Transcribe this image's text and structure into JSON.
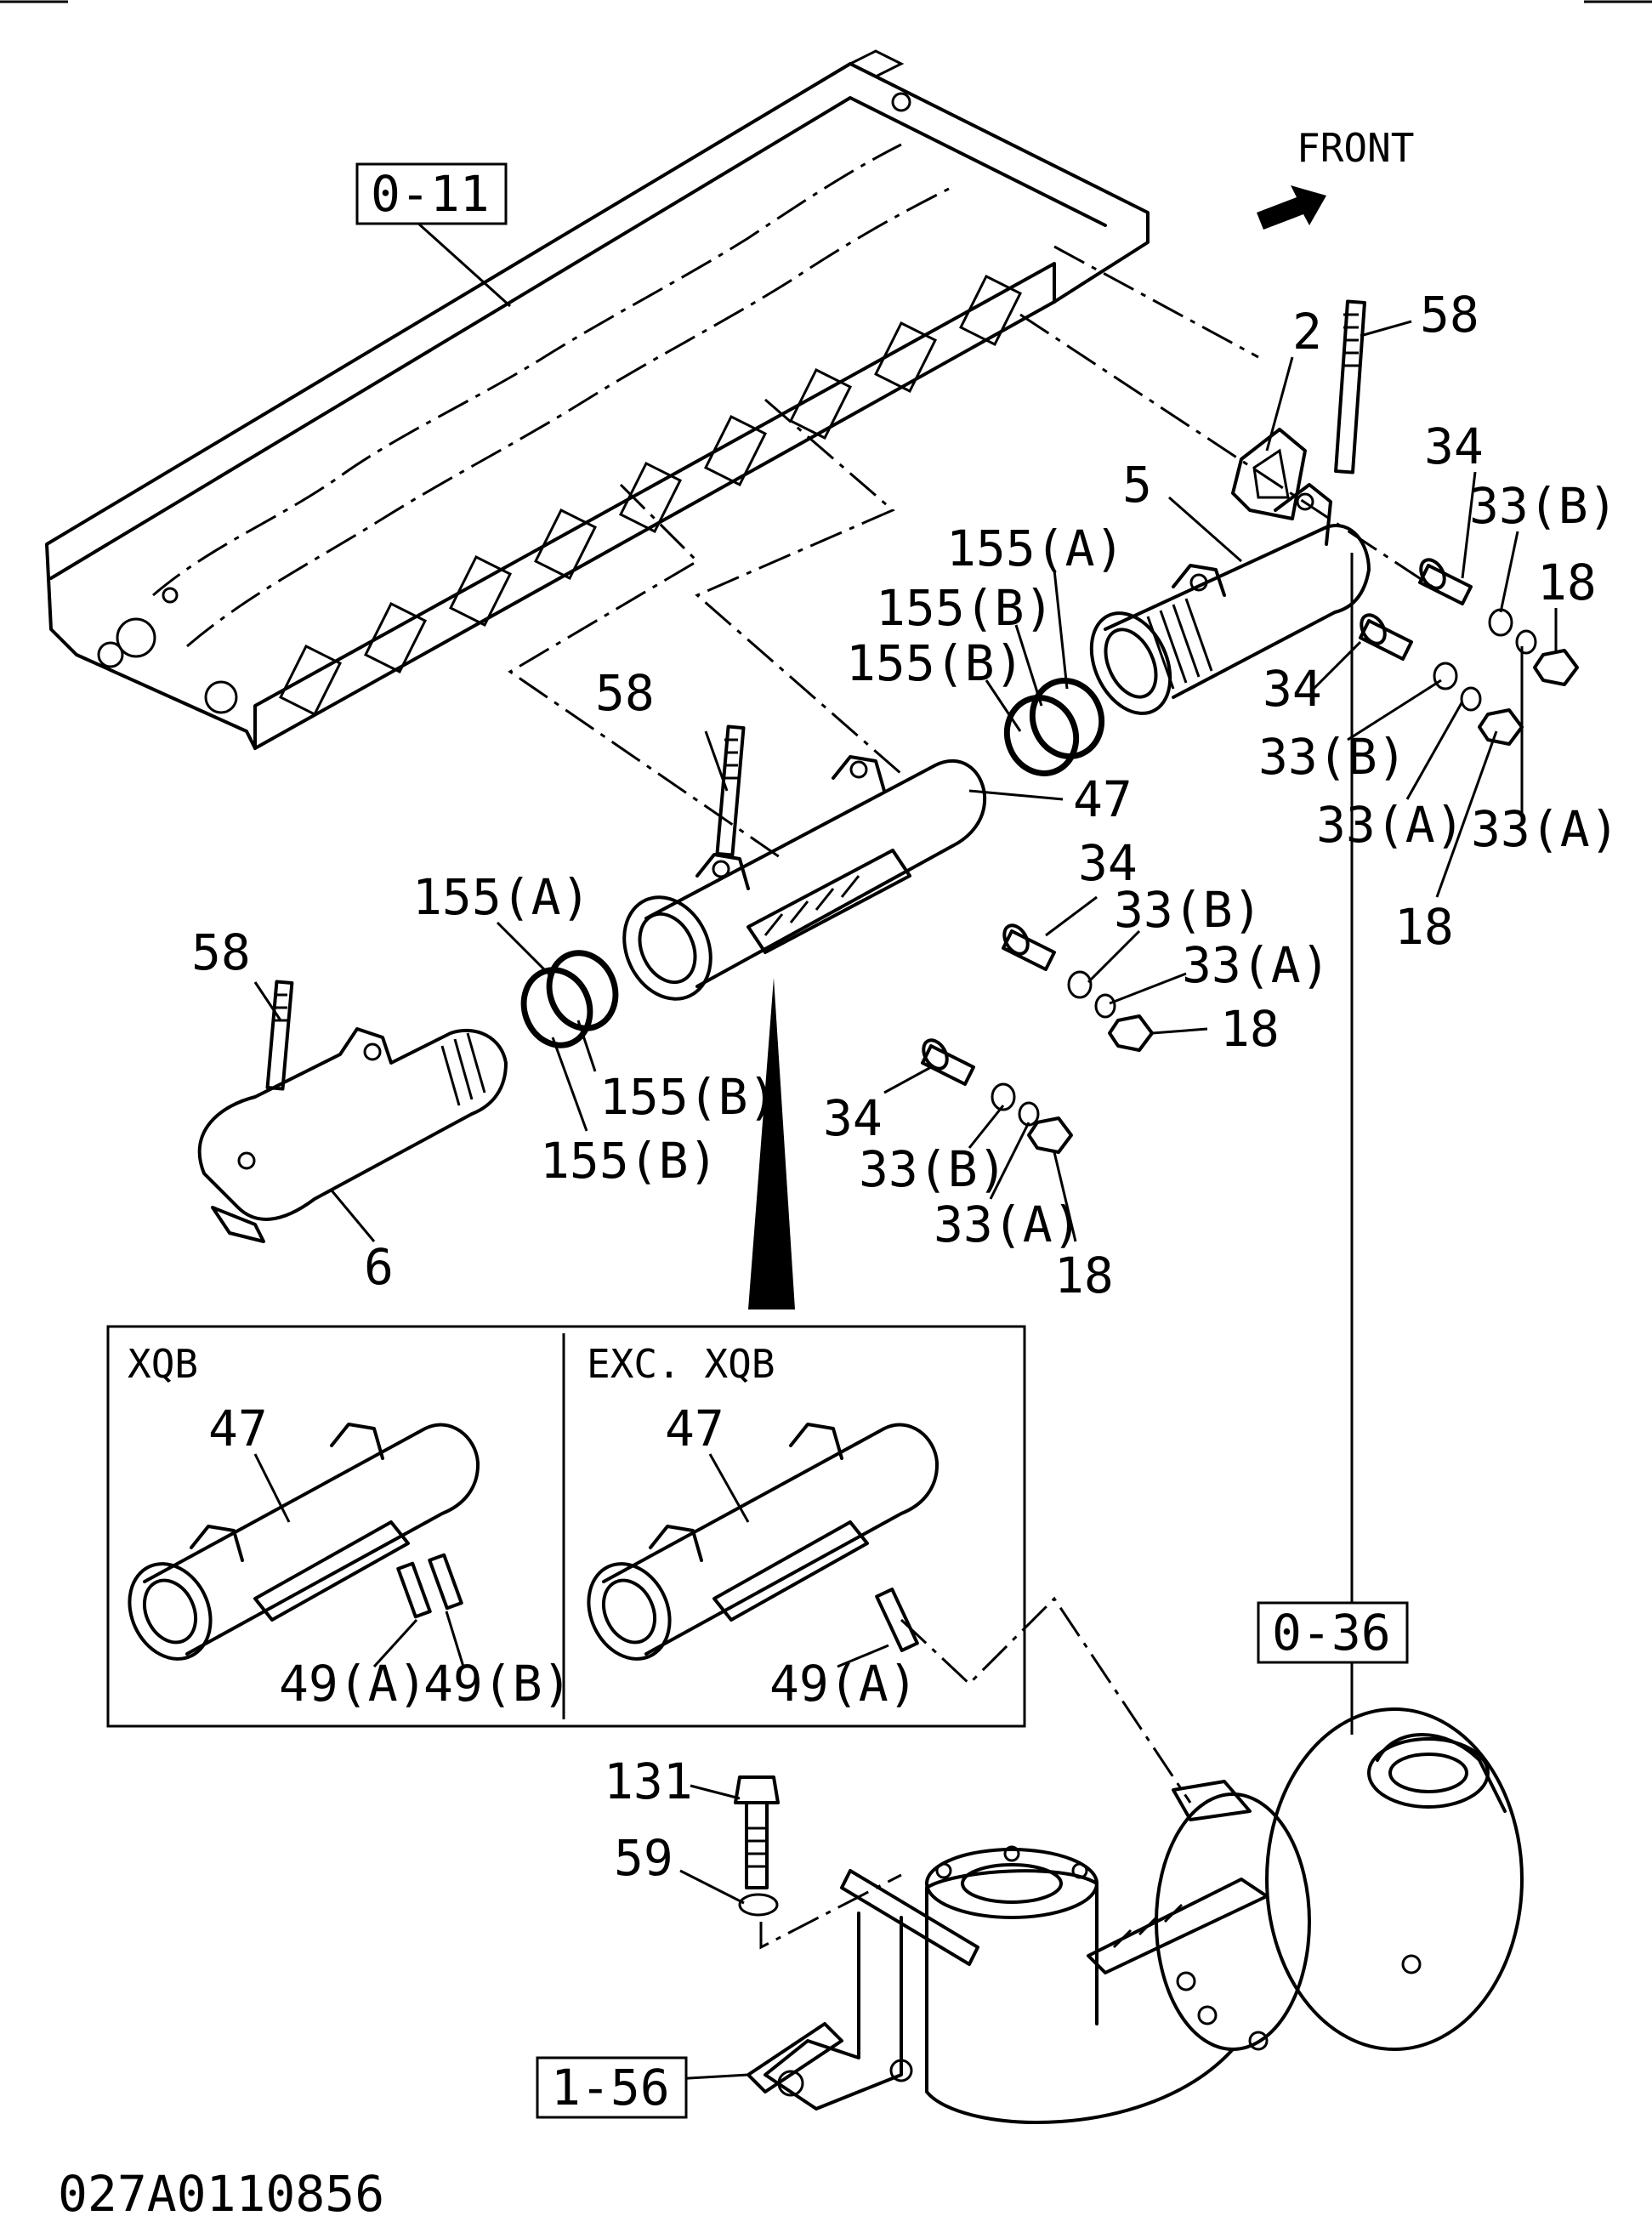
{
  "direction": {
    "label": "FRONT"
  },
  "references": [
    {
      "id": "ref-0-11",
      "text": "0-11"
    },
    {
      "id": "ref-0-36",
      "text": "0-36"
    },
    {
      "id": "ref-1-56",
      "text": "1-56"
    }
  ],
  "callouts": [
    {
      "id": "c58a",
      "text": "58"
    },
    {
      "id": "c2",
      "text": "2"
    },
    {
      "id": "c5",
      "text": "5"
    },
    {
      "id": "c34a",
      "text": "34"
    },
    {
      "id": "c33Ba",
      "text": "33(B)"
    },
    {
      "id": "c18a",
      "text": "18"
    },
    {
      "id": "c155Aa",
      "text": "155(A)"
    },
    {
      "id": "c155Ba",
      "text": "155(B)"
    },
    {
      "id": "c155Bb",
      "text": "155(B)"
    },
    {
      "id": "c34b",
      "text": "34"
    },
    {
      "id": "c33Bb",
      "text": "33(B)"
    },
    {
      "id": "c33Aa",
      "text": "33(A)"
    },
    {
      "id": "c33Ab",
      "text": "33(A)"
    },
    {
      "id": "c18b",
      "text": "18"
    },
    {
      "id": "c58b",
      "text": "58"
    },
    {
      "id": "c47",
      "text": "47"
    },
    {
      "id": "c34c",
      "text": "34"
    },
    {
      "id": "c33Bc",
      "text": "33(B)"
    },
    {
      "id": "c33Ac",
      "text": "33(A)"
    },
    {
      "id": "c18c",
      "text": "18"
    },
    {
      "id": "c155Ab",
      "text": "155(A)"
    },
    {
      "id": "c58c",
      "text": "58"
    },
    {
      "id": "c155Bc",
      "text": "155(B)"
    },
    {
      "id": "c155Bd",
      "text": "155(B)"
    },
    {
      "id": "c34d",
      "text": "34"
    },
    {
      "id": "c33Bd",
      "text": "33(B)"
    },
    {
      "id": "c33Ad",
      "text": "33(A)"
    },
    {
      "id": "c18d",
      "text": "18"
    },
    {
      "id": "c6",
      "text": "6"
    },
    {
      "id": "c131",
      "text": "131"
    },
    {
      "id": "c59",
      "text": "59"
    }
  ],
  "detail": {
    "left": {
      "header": "XQB",
      "part_label": "47",
      "pins": [
        "49(A)",
        "49(B)"
      ]
    },
    "right": {
      "header": "EXC. XQB",
      "part_label": "47",
      "pins": [
        "49(A)"
      ]
    }
  },
  "document_code": "027A0110856"
}
